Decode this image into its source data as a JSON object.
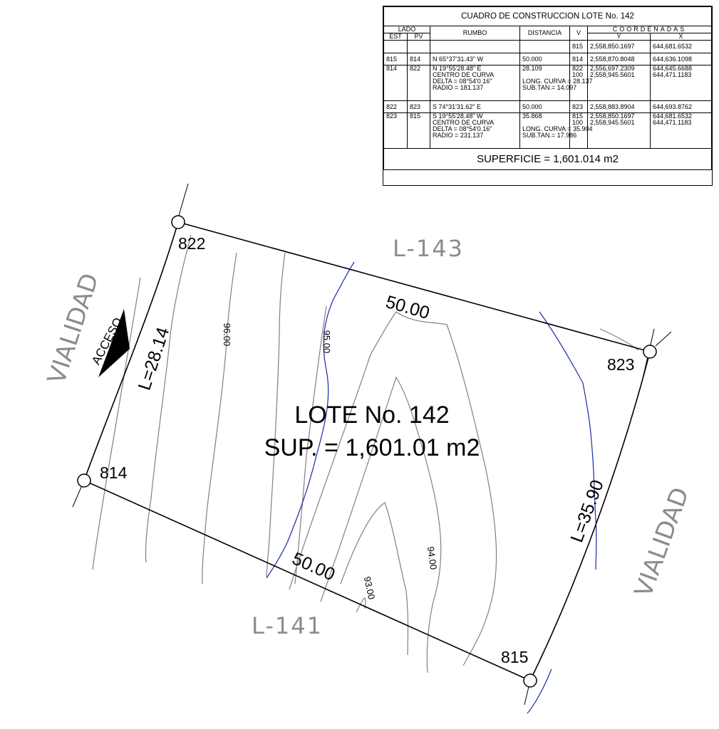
{
  "table": {
    "title": "CUADRO DE CONSTRUCCION LOTE No. 142",
    "headers": {
      "lado": "LADO",
      "est": "EST",
      "pv": "PV",
      "rumbo": "RUMBO",
      "distancia": "DISTANCIA",
      "v": "V",
      "coordenadas": "COORDENADAS",
      "y": "Y",
      "x": "X"
    },
    "rows": [
      {
        "est": "",
        "pv": "",
        "rumbo": "",
        "dist": "",
        "v": "815",
        "y": "2,558,850.1697",
        "x": "644,681.6532"
      },
      {
        "est": "815",
        "pv": "814",
        "rumbo": "N 65°37'31.43\" W",
        "dist": "50.000",
        "v": "814",
        "y": "2,558,870.8048",
        "x": "644,636.1098"
      },
      {
        "est": "814",
        "pv": "822",
        "rumbo": "N 19°55'28.48\" E\nCENTRO DE CURVA\nDELTA = 08°54'0.16\"\nRADIO = 181.137",
        "dist": "28.109\n\nLONG. CURVA = 28.137\nSUB.TAN.= 14.097",
        "v": "822\n100",
        "y": "2,556,697.2309\n2,558,945.5601",
        "x": "644,645.6688\n644,471.1183"
      },
      {
        "est": "822",
        "pv": "823",
        "rumbo": "S 74°31'31.62\" E",
        "dist": "50.000",
        "v": "823",
        "y": "2,558,883.8904",
        "x": "644,693.8762"
      },
      {
        "est": "823",
        "pv": "815",
        "rumbo": "S 19°55'28.48\" W\nCENTRO DE CURVA\nDELTA = 08°54'0.16\"\nRADIO = 231.137",
        "dist": "35.868\n\nLONG. CURVA = 35.904\nSUB.TAN.= 17.986",
        "v": "815\n100",
        "y": "2,558,850.1697\n2,558,945.5601",
        "x": "644,681.6532\n644,471.1183"
      }
    ],
    "superficie": "SUPERFICIE = 1,601.014 m2"
  },
  "plan": {
    "lot_name": "LOTE No. 142",
    "lot_area": "SUP. = 1,601.01 m2",
    "vertices": {
      "v822": "822",
      "v823": "823",
      "v814": "814",
      "v815": "815"
    },
    "side_lengths": {
      "top": "50.00",
      "bottom": "50.00",
      "left": "L=28.14",
      "right": "L=35.90"
    },
    "neighbors": {
      "top": "L-143",
      "bottom": "L-141"
    },
    "streets": {
      "left": "VIALIDAD",
      "right": "VIALIDAD"
    },
    "access": "ACCESO",
    "contours": {
      "c96": "96.00",
      "c95": "95.00",
      "c94": "94.00",
      "c93": "93.00"
    },
    "colors": {
      "line": "#000000",
      "contour": "#777777",
      "water": "#1a2aa8",
      "neighbor_text": "#8c8c8c"
    }
  }
}
